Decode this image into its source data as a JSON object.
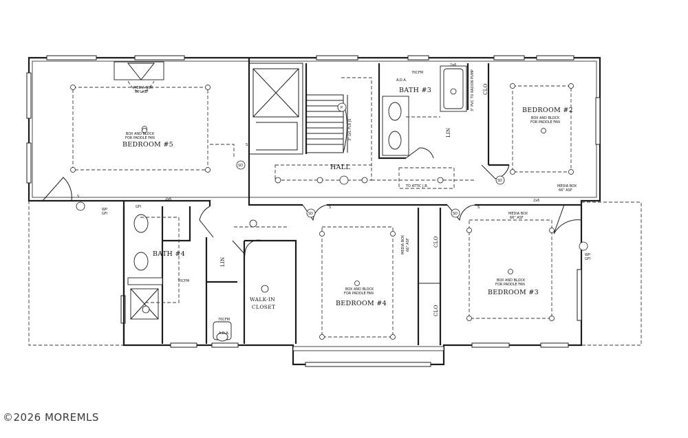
{
  "rooms": {
    "bedroom5": "BEDROOM #5",
    "bedroom2": "BEDROOM #2",
    "bedroom3": "BEDROOM #3",
    "bedroom4": "BEDROOM #4",
    "bath3": "BATH #3",
    "bath4": "BATH #4",
    "hall": "HALL",
    "walkin1": "WALK-IN",
    "walkin2": "CLOSET",
    "lin": "LIN",
    "clo": "CLO"
  },
  "notes": {
    "paddle1": "BOX AND BLOCK",
    "paddle2": "FOR PADDLE FAN",
    "media1": "MEDIA BOX",
    "media2": "66\" ASF",
    "cfm": "70CFM",
    "ada": "A.D.A.",
    "attic": "TO ATTIC J.B.",
    "radon": "3\" PVC TO RADON PUMP",
    "lvl": "3\" LVL FLR JS",
    "wp1": "WP",
    "wp2": "GFI",
    "gfi": "GFI",
    "wh": "2x6",
    "s": "S",
    "sd": "SD",
    "p": "P"
  },
  "watermark": "©2026 MOREMLS"
}
